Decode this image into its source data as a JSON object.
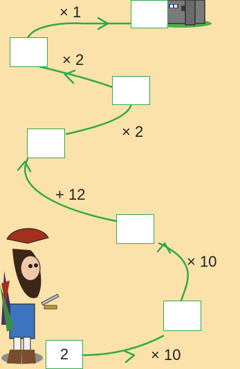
{
  "path_color": "#2fa94a",
  "background": "#fbe2ab",
  "boxes": [
    "",
    "",
    "",
    "",
    "",
    "",
    "",
    "2"
  ],
  "operations": [
    "× 1",
    "× 2",
    "× 2",
    "+ 12",
    "× 10",
    "× 10"
  ],
  "illustrations": {
    "top": "castle-icon",
    "bottom_left": "musketeer-icon"
  }
}
